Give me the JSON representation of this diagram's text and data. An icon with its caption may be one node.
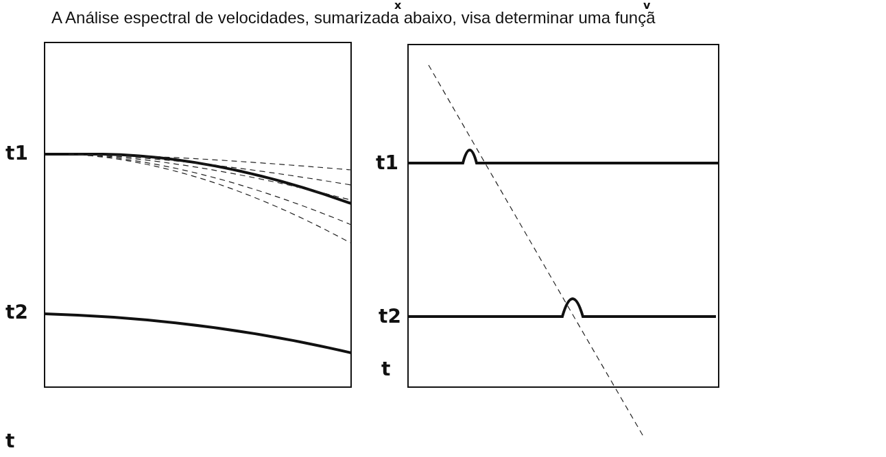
{
  "diagram": {
    "title": "A Análise espectral de velocidades, sumarizada abaixo, visa determinar uma funçã",
    "labels": [
      "x",
      "v",
      "t1",
      "t2",
      "t",
      "t1",
      "t2",
      "t"
    ]
  }
}
